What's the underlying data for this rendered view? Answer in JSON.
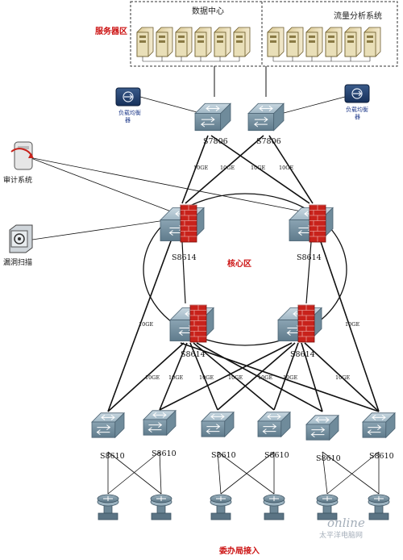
{
  "zones": {
    "server_zone": "服务器区",
    "core_zone": "核心区",
    "access_zone": "委办局接入"
  },
  "datacenter": {
    "label": "数据中心"
  },
  "traffic_analysis": {
    "label": "流量分析系统"
  },
  "load_balancers": [
    {
      "line1": "负载均衡",
      "line2": "器"
    },
    {
      "line1": "负载均衡",
      "line2": "器"
    }
  ],
  "side_systems": {
    "audit": "审计系统",
    "vuln_scan": "漏洞扫描"
  },
  "server_switches": [
    "S7806",
    "S7806"
  ],
  "core_switches": [
    "S8614",
    "S8614",
    "S8614",
    "S8614"
  ],
  "access_switches": [
    "S8610",
    "S8610",
    "S8610",
    "S8610",
    "S8610",
    "S8610"
  ],
  "link_labels": {
    "upper": [
      "10GE",
      "10GE",
      "10GE",
      "10GE"
    ],
    "ring_sides": [
      "10GE",
      "10GE"
    ],
    "lower": [
      "10GE",
      "10GE",
      "10GE",
      "10GE",
      "10GE",
      "10GE",
      "10GE"
    ]
  },
  "watermark": {
    "brand": "online",
    "sub": "太平洋电脑网"
  },
  "colors": {
    "zone_label": "#cc1111",
    "switch_body": "#7f9bab",
    "firewall": "#c8221b",
    "line": "#111111"
  }
}
